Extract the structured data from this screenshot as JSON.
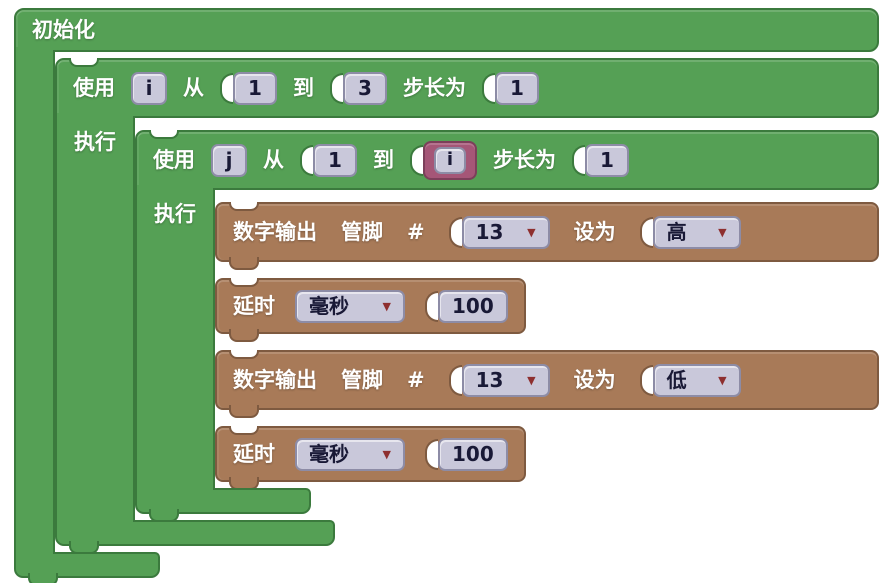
{
  "colors": {
    "block_green": "#55a055",
    "block_green_edge": "#3b7a3d",
    "block_brown": "#a87a58",
    "block_brown_edge": "#7e5a40",
    "block_plum": "#a55677",
    "block_plum_edge": "#7c3f5a",
    "chip_bg": "#c9c8da",
    "chip_edge": "#8d8ca6",
    "chip_text": "#191936",
    "dropdown_arrow_color": "#8e2f2f"
  },
  "icons": {
    "dropdown": "▼"
  },
  "blocks": {
    "init": {
      "label": "初始化"
    },
    "for_i": {
      "kw_use": "使用",
      "var": "i",
      "kw_from": "从",
      "from": "1",
      "kw_to": "到",
      "to": "3",
      "kw_step": "步长为",
      "step": "1",
      "kw_do": "执行"
    },
    "for_j": {
      "kw_use": "使用",
      "var": "j",
      "kw_from": "从",
      "from": "1",
      "kw_to": "到",
      "to_var": "i",
      "kw_step": "步长为",
      "step": "1",
      "kw_do": "执行"
    },
    "digital_high": {
      "kw_name": "数字输出",
      "kw_pin": "管脚",
      "kw_hash": "#",
      "pin": "13",
      "kw_set": "设为",
      "level": "高"
    },
    "delay_a": {
      "kw_name": "延时",
      "unit": "毫秒",
      "value": "100"
    },
    "digital_low": {
      "kw_name": "数字输出",
      "kw_pin": "管脚",
      "kw_hash": "#",
      "pin": "13",
      "kw_set": "设为",
      "level": "低"
    },
    "delay_b": {
      "kw_name": "延时",
      "unit": "毫秒",
      "value": "100"
    }
  }
}
